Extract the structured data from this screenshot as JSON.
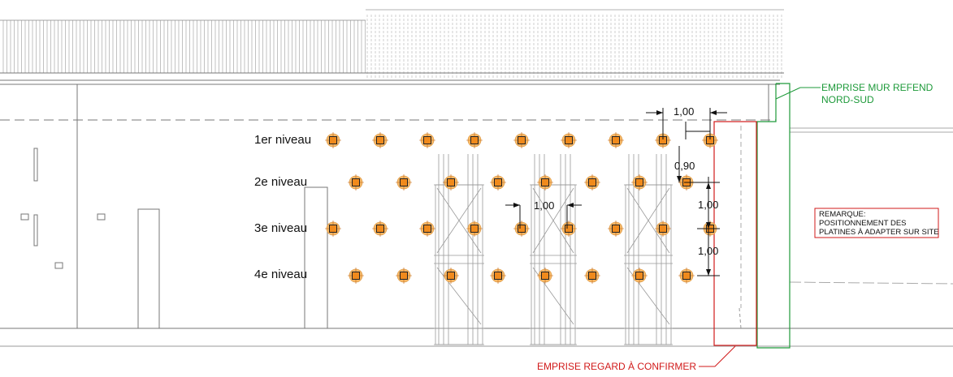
{
  "levels": [
    "1er niveau",
    "2e niveau",
    "3e niveau",
    "4e niveau"
  ],
  "dimensions": {
    "d_h_top": "1,00",
    "d_v_090": "0,90",
    "d_v_100a": "1,00",
    "d_v_100b": "1,00",
    "d_h_mid": "1,00"
  },
  "notes": {
    "mur_line1": "EMPRISE MUR REFEND",
    "mur_line2": "NORD-SUD",
    "remarque_title": "REMARQUE:",
    "remarque_line1": "POSITIONNEMENT DES",
    "remarque_line2": "PLATINES À ADAPTER SUR SITE",
    "regard": "EMPRISE REGARD À CONFIRMER"
  },
  "colors": {
    "platine_fill": "#f08a1c",
    "platine_ring": "#f5b868",
    "green_outline": "#1e9a3a",
    "red_outline": "#d11a1a",
    "line": "#555555"
  }
}
